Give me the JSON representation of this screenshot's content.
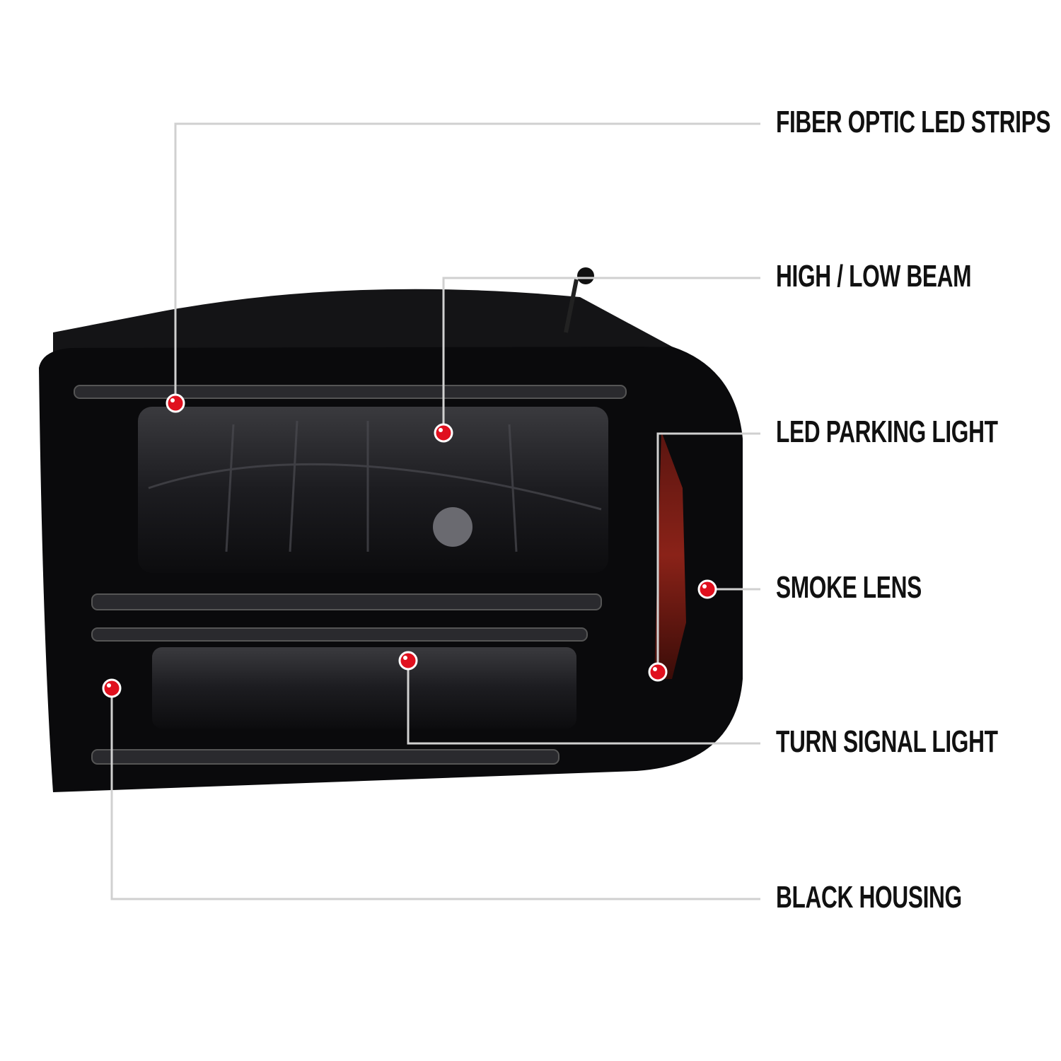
{
  "callouts": [
    {
      "label": "FIBER OPTIC LED STRIPS"
    },
    {
      "label": "HIGH / LOW BEAM"
    },
    {
      "label": "LED PARKING LIGHT"
    },
    {
      "label": "SMOKE LENS"
    },
    {
      "label": "TURN SIGNAL LIGHT"
    },
    {
      "label": "BLACK HOUSING"
    }
  ],
  "colors": {
    "leader_line": "#d0d0d0",
    "marker_dot": "#e0101e",
    "housing": "#0a0a0c",
    "amber_reflector": "#7a1a14"
  }
}
